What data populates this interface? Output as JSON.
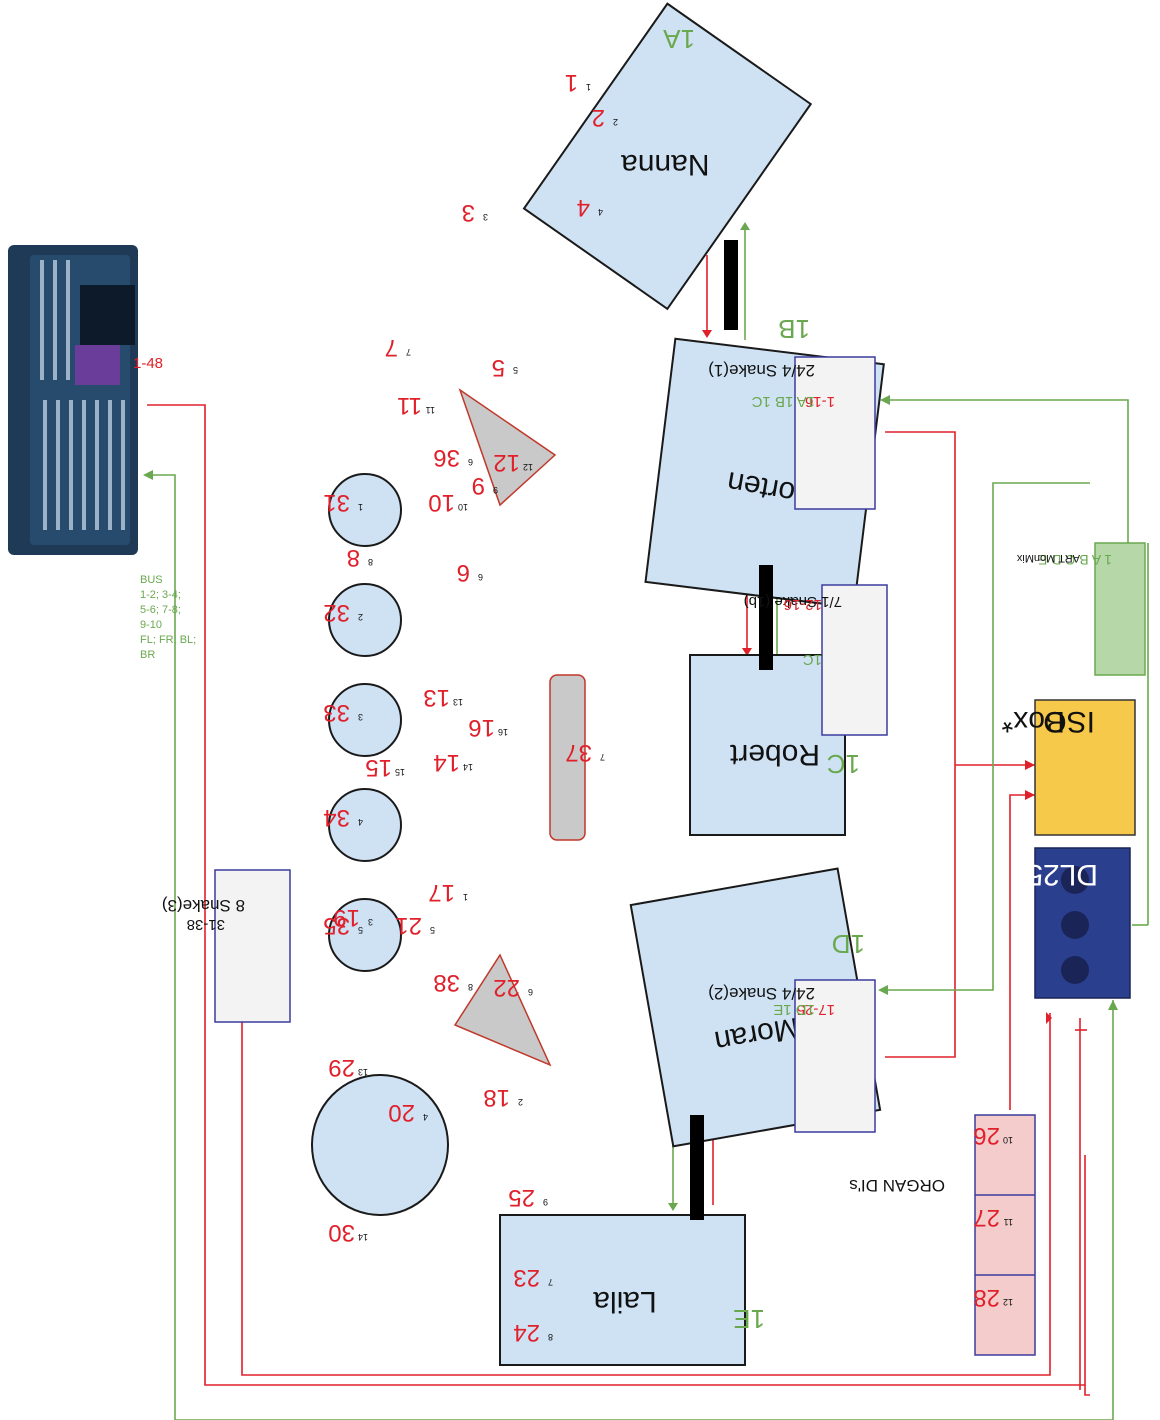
{
  "zones": {
    "z1A": "1A",
    "z1B": "1B",
    "z1C": "1C",
    "z1D": "1D",
    "z1E": "1E"
  },
  "players": {
    "nanna": "Nanna",
    "morten": "Morten",
    "robert": "Robert",
    "moran": "Moran",
    "laila": "Laila"
  },
  "channels": {
    "c1": "1",
    "c1s": "1",
    "c2": "2",
    "c2s": "2",
    "c3": "3",
    "c3s": "3",
    "c4": "4",
    "c4s": "4",
    "c5": "5",
    "c5s": "5",
    "c6": "6",
    "c6s": "6",
    "c7": "7",
    "c7s": "7",
    "c8": "8",
    "c8s": "8",
    "c9": "9",
    "c9s": "9",
    "c10": "10",
    "c10s": "10",
    "c11": "11",
    "c11s": "11",
    "c12": "12",
    "c12s": "12",
    "c13": "13",
    "c13s": "13",
    "c14": "14",
    "c14s": "14",
    "c15": "15",
    "c15s": "15",
    "c16": "16",
    "c16s": "16",
    "c17": "17",
    "c17s": "1",
    "c18": "18",
    "c18s": "2",
    "c19": "19",
    "c19s": "3",
    "c20": "20",
    "c20s": "4",
    "c21": "21",
    "c21s": "5",
    "c22": "22",
    "c22s": "6",
    "c23": "23",
    "c23s": "7",
    "c24": "24",
    "c24s": "8",
    "c25": "25",
    "c25s": "9",
    "c26": "26",
    "c26s": "10",
    "c27": "27",
    "c27s": "11",
    "c28": "28",
    "c28s": "12",
    "c29": "29",
    "c29s": "13",
    "c30": "30",
    "c30s": "14",
    "c31": "31",
    "c31s": "1",
    "c32": "32",
    "c32s": "2",
    "c33": "33",
    "c33s": "3",
    "c34": "34",
    "c34s": "4",
    "c35": "35",
    "c35s": "5",
    "c36": "36",
    "c36s": "6",
    "c37": "37",
    "c37s": "7",
    "c38": "38",
    "c38s": "8"
  },
  "snakes": {
    "s1": {
      "title": "24/4 Snake(1)",
      "range": "1-16",
      "zones": "1A 1B 1C"
    },
    "s1b": {
      "title": "7/1 Snake (1b)",
      "range": "12-16",
      "zones": "1C"
    },
    "s2": {
      "title": "24/4 Snake(2)",
      "range": "17-25",
      "zones": "1D 1E"
    },
    "s3": {
      "title": "8 Snake(3)",
      "range": "31-38"
    }
  },
  "devices": {
    "mon_mix": "1 A B C D E",
    "mon_mix_label": "ART MonMix",
    "iso_line1": "ISO",
    "iso_line2": "Box*",
    "dl251": "DL251",
    "organ": "ORGAN DI's",
    "console_inputs": "1-48",
    "bus_title": "BUS",
    "bus_lines": [
      "1-2; 3-4;",
      "5-6; 7-8;",
      "9-10",
      "FL; FR; BL;",
      "BR"
    ]
  },
  "colors": {
    "stage_fill": "#cfe2f3",
    "signal_red": "#e0202a",
    "return_green": "#6aa84f",
    "iso_yellow": "#f7c94b",
    "monmix_green": "#b6d7a8",
    "organ_pink": "#f4cccc",
    "prop_gray": "#c9c9c9"
  }
}
